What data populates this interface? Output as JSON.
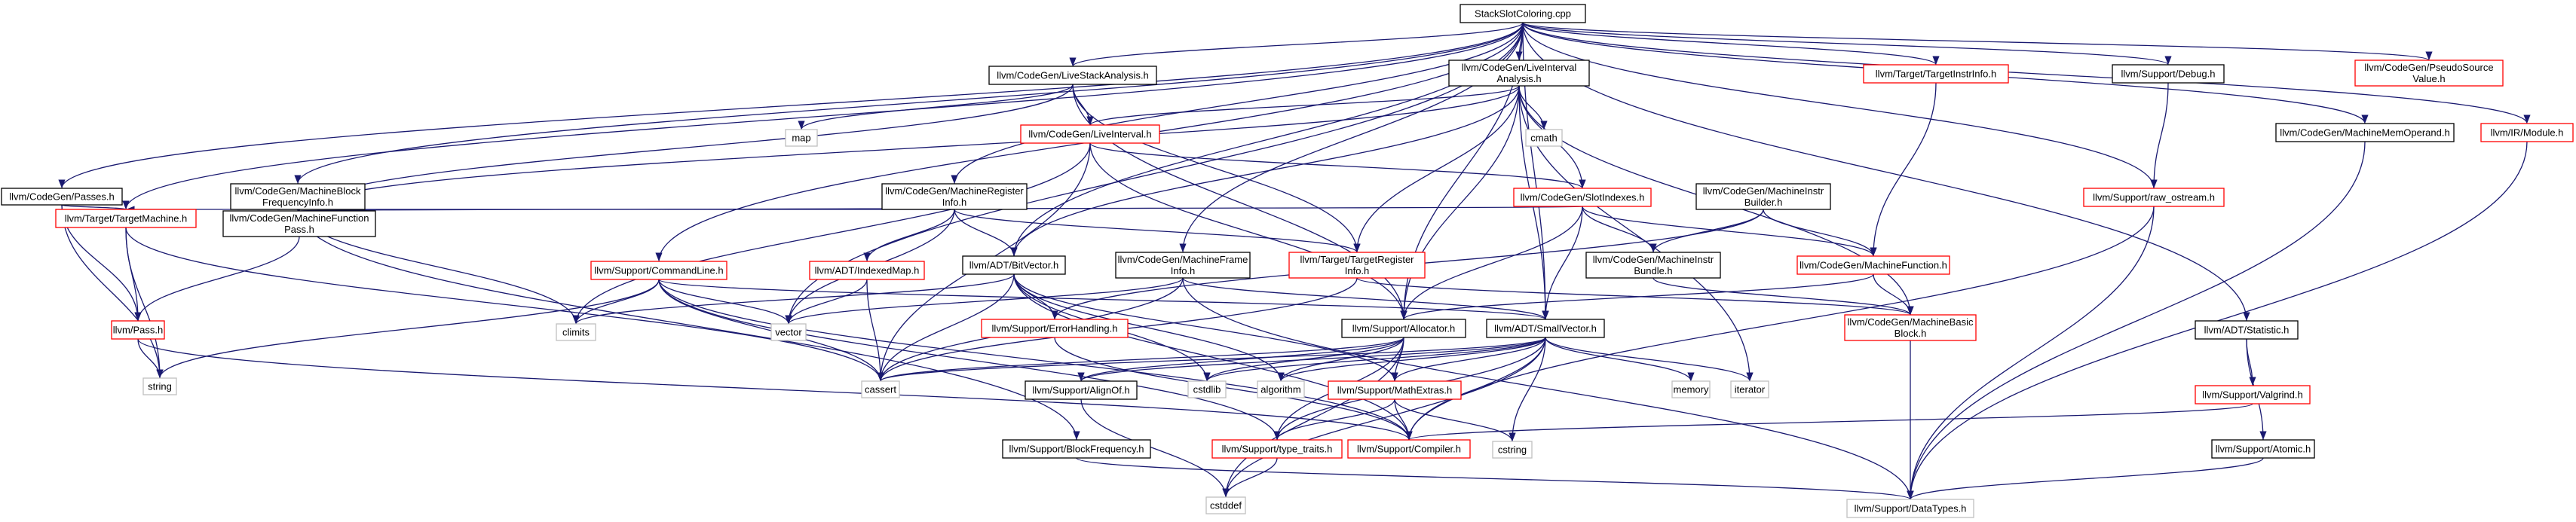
{
  "colors": {
    "root_fill": "#bfbfbf",
    "internal_border": "#000000",
    "missing_border": "#ff0000",
    "system_border": "#bfbfbf",
    "edge": "#191970"
  },
  "nodes": [
    {
      "id": "root",
      "label": [
        "StackSlotColoring.cpp"
      ],
      "kind": "root"
    },
    {
      "id": "passes",
      "label": [
        "llvm/CodeGen/Passes.h"
      ],
      "kind": "internal"
    },
    {
      "id": "mbfi",
      "label": [
        "llvm/CodeGen/MachineBlock",
        "FrequencyInfo.h"
      ],
      "kind": "internal"
    },
    {
      "id": "lsa",
      "label": [
        "llvm/CodeGen/LiveStackAnalysis.h"
      ],
      "kind": "internal"
    },
    {
      "id": "lia",
      "label": [
        "llvm/CodeGen/LiveInterval",
        "Analysis.h"
      ],
      "kind": "internal"
    },
    {
      "id": "tii",
      "label": [
        "llvm/Target/TargetInstrInfo.h"
      ],
      "kind": "missing"
    },
    {
      "id": "debug",
      "label": [
        "llvm/Support/Debug.h"
      ],
      "kind": "internal"
    },
    {
      "id": "psv",
      "label": [
        "llvm/CodeGen/PseudoSource",
        "Value.h"
      ],
      "kind": "missing"
    },
    {
      "id": "mmo",
      "label": [
        "llvm/CodeGen/MachineMemOperand.h"
      ],
      "kind": "internal"
    },
    {
      "id": "module",
      "label": [
        "llvm/IR/Module.h"
      ],
      "kind": "missing"
    },
    {
      "id": "map",
      "label": [
        "map"
      ],
      "kind": "system"
    },
    {
      "id": "liveinterval",
      "label": [
        "llvm/CodeGen/LiveInterval.h"
      ],
      "kind": "missing"
    },
    {
      "id": "cmath",
      "label": [
        "cmath"
      ],
      "kind": "system"
    },
    {
      "id": "mri",
      "label": [
        "llvm/CodeGen/MachineRegister",
        "Info.h"
      ],
      "kind": "internal"
    },
    {
      "id": "slotindexes",
      "label": [
        "llvm/CodeGen/SlotIndexes.h"
      ],
      "kind": "missing"
    },
    {
      "id": "mib",
      "label": [
        "llvm/CodeGen/MachineInstr",
        "Builder.h"
      ],
      "kind": "internal"
    },
    {
      "id": "rawostream",
      "label": [
        "llvm/Support/raw_ostream.h"
      ],
      "kind": "missing"
    },
    {
      "id": "tm",
      "label": [
        "llvm/Target/TargetMachine.h"
      ],
      "kind": "missing"
    },
    {
      "id": "mfp",
      "label": [
        "llvm/CodeGen/MachineFunction",
        "Pass.h"
      ],
      "kind": "internal"
    },
    {
      "id": "cmdline",
      "label": [
        "llvm/Support/CommandLine.h"
      ],
      "kind": "missing"
    },
    {
      "id": "indexedmap",
      "label": [
        "llvm/ADT/IndexedMap.h"
      ],
      "kind": "missing"
    },
    {
      "id": "bitvector",
      "label": [
        "llvm/ADT/BitVector.h"
      ],
      "kind": "internal"
    },
    {
      "id": "mfi",
      "label": [
        "llvm/CodeGen/MachineFrame",
        "Info.h"
      ],
      "kind": "internal"
    },
    {
      "id": "tri",
      "label": [
        "llvm/Target/TargetRegister",
        "Info.h"
      ],
      "kind": "missing"
    },
    {
      "id": "mibundle",
      "label": [
        "llvm/CodeGen/MachineInstr",
        "Bundle.h"
      ],
      "kind": "internal"
    },
    {
      "id": "mf",
      "label": [
        "llvm/CodeGen/MachineFunction.h"
      ],
      "kind": "missing"
    },
    {
      "id": "statistic",
      "label": [
        "llvm/ADT/Statistic.h"
      ],
      "kind": "internal"
    },
    {
      "id": "pass",
      "label": [
        "llvm/Pass.h"
      ],
      "kind": "missing"
    },
    {
      "id": "climits",
      "label": [
        "climits"
      ],
      "kind": "system"
    },
    {
      "id": "vector",
      "label": [
        "vector"
      ],
      "kind": "system"
    },
    {
      "id": "errhandling",
      "label": [
        "llvm/Support/ErrorHandling.h"
      ],
      "kind": "missing"
    },
    {
      "id": "allocator",
      "label": [
        "llvm/Support/Allocator.h"
      ],
      "kind": "internal"
    },
    {
      "id": "smallvector",
      "label": [
        "llvm/ADT/SmallVector.h"
      ],
      "kind": "internal"
    },
    {
      "id": "mbb",
      "label": [
        "llvm/CodeGen/MachineBasic",
        "Block.h"
      ],
      "kind": "missing"
    },
    {
      "id": "valgrind",
      "label": [
        "llvm/Support/Valgrind.h"
      ],
      "kind": "missing"
    },
    {
      "id": "string",
      "label": [
        "string"
      ],
      "kind": "system"
    },
    {
      "id": "cassert",
      "label": [
        "cassert"
      ],
      "kind": "system"
    },
    {
      "id": "alignof",
      "label": [
        "llvm/Support/AlignOf.h"
      ],
      "kind": "internal"
    },
    {
      "id": "cstdlib",
      "label": [
        "cstdlib"
      ],
      "kind": "system"
    },
    {
      "id": "algorithm",
      "label": [
        "algorithm"
      ],
      "kind": "system"
    },
    {
      "id": "mathextras",
      "label": [
        "llvm/Support/MathExtras.h"
      ],
      "kind": "missing"
    },
    {
      "id": "memory",
      "label": [
        "memory"
      ],
      "kind": "system"
    },
    {
      "id": "iterator",
      "label": [
        "iterator"
      ],
      "kind": "system"
    },
    {
      "id": "typetraits",
      "label": [
        "llvm/Support/type_traits.h"
      ],
      "kind": "missing"
    },
    {
      "id": "compiler",
      "label": [
        "llvm/Support/Compiler.h"
      ],
      "kind": "missing"
    },
    {
      "id": "cstring",
      "label": [
        "cstring"
      ],
      "kind": "system"
    },
    {
      "id": "blockfreq",
      "label": [
        "llvm/Support/BlockFrequency.h"
      ],
      "kind": "internal"
    },
    {
      "id": "atomic",
      "label": [
        "llvm/Support/Atomic.h"
      ],
      "kind": "internal"
    },
    {
      "id": "cstddef",
      "label": [
        "cstddef"
      ],
      "kind": "system"
    },
    {
      "id": "datatypes",
      "label": [
        "llvm/Support/DataTypes.h"
      ],
      "kind": "system"
    }
  ],
  "edges": [
    [
      "root",
      "passes"
    ],
    [
      "root",
      "mbfi"
    ],
    [
      "root",
      "lsa"
    ],
    [
      "root",
      "lia"
    ],
    [
      "root",
      "tii"
    ],
    [
      "root",
      "debug"
    ],
    [
      "root",
      "psv"
    ],
    [
      "root",
      "mmo"
    ],
    [
      "root",
      "module"
    ],
    [
      "root",
      "tm"
    ],
    [
      "root",
      "cmdline"
    ],
    [
      "root",
      "mri"
    ],
    [
      "root",
      "mfi"
    ],
    [
      "root",
      "bitvector"
    ],
    [
      "root",
      "vector"
    ],
    [
      "root",
      "smallvector"
    ],
    [
      "root",
      "statistic"
    ],
    [
      "root",
      "rawostream"
    ],
    [
      "root",
      "allocator"
    ],
    [
      "passes",
      "tm"
    ],
    [
      "passes",
      "pass"
    ],
    [
      "passes",
      "string"
    ],
    [
      "mbfi",
      "mfp"
    ],
    [
      "mbfi",
      "climits"
    ],
    [
      "mbfi",
      "blockfreq"
    ],
    [
      "lsa",
      "map"
    ],
    [
      "lsa",
      "liveinterval"
    ],
    [
      "lsa",
      "mfp"
    ],
    [
      "lsa",
      "tri"
    ],
    [
      "lsa",
      "allocator"
    ],
    [
      "lia",
      "liveinterval"
    ],
    [
      "lia",
      "cmath"
    ],
    [
      "lia",
      "slotindexes"
    ],
    [
      "lia",
      "mfp"
    ],
    [
      "lia",
      "tri"
    ],
    [
      "lia",
      "allocator"
    ],
    [
      "lia",
      "bitvector"
    ],
    [
      "lia",
      "mbb"
    ],
    [
      "lia",
      "iterator"
    ],
    [
      "lia",
      "smallvector"
    ],
    [
      "tii",
      "mf"
    ],
    [
      "debug",
      "rawostream"
    ],
    [
      "mmo",
      "datatypes"
    ],
    [
      "module",
      "datatypes"
    ],
    [
      "liveinterval",
      "slotindexes"
    ],
    [
      "liveinterval",
      "climits"
    ],
    [
      "liveinterval",
      "allocator"
    ],
    [
      "liveinterval",
      "cassert"
    ],
    [
      "mri",
      "indexedmap"
    ],
    [
      "mri",
      "bitvector"
    ],
    [
      "mri",
      "tri"
    ],
    [
      "mri",
      "vector"
    ],
    [
      "mri",
      "tm"
    ],
    [
      "slotindexes",
      "mibundle"
    ],
    [
      "slotindexes",
      "mf"
    ],
    [
      "slotindexes",
      "smallvector"
    ],
    [
      "slotindexes",
      "allocator"
    ],
    [
      "slotindexes",
      "mfp"
    ],
    [
      "mib",
      "mibundle"
    ],
    [
      "mib",
      "mf"
    ],
    [
      "mib",
      "errhandling"
    ],
    [
      "rawostream",
      "compiler"
    ],
    [
      "rawostream",
      "datatypes"
    ],
    [
      "tm",
      "pass"
    ],
    [
      "tm",
      "string"
    ],
    [
      "tm",
      "cassert"
    ],
    [
      "mfp",
      "pass"
    ],
    [
      "cmdline",
      "climits"
    ],
    [
      "cmdline",
      "vector"
    ],
    [
      "cmdline",
      "cassert"
    ],
    [
      "cmdline",
      "compiler"
    ],
    [
      "cmdline",
      "typetraits"
    ],
    [
      "cmdline",
      "smallvector"
    ],
    [
      "cmdline",
      "string"
    ],
    [
      "indexedmap",
      "cassert"
    ],
    [
      "indexedmap",
      "vector"
    ],
    [
      "bitvector",
      "climits"
    ],
    [
      "bitvector",
      "cassert"
    ],
    [
      "bitvector",
      "cstdlib"
    ],
    [
      "bitvector",
      "errhandling"
    ],
    [
      "bitvector",
      "mathextras"
    ],
    [
      "bitvector",
      "algorithm"
    ],
    [
      "bitvector",
      "compiler"
    ],
    [
      "mfi",
      "vector"
    ],
    [
      "mfi",
      "smallvector"
    ],
    [
      "mfi",
      "cassert"
    ],
    [
      "mfi",
      "datatypes"
    ],
    [
      "tri",
      "mbb"
    ],
    [
      "tri",
      "cassert"
    ],
    [
      "mibundle",
      "mbb"
    ],
    [
      "mf",
      "mbb"
    ],
    [
      "mf",
      "allocator"
    ],
    [
      "statistic",
      "valgrind"
    ],
    [
      "statistic",
      "atomic"
    ],
    [
      "pass",
      "string"
    ],
    [
      "pass",
      "compiler"
    ],
    [
      "errhandling",
      "compiler"
    ],
    [
      "allocator",
      "alignof"
    ],
    [
      "allocator",
      "mathextras"
    ],
    [
      "allocator",
      "cassert"
    ],
    [
      "allocator",
      "cstddef"
    ],
    [
      "allocator",
      "cstdlib"
    ],
    [
      "allocator",
      "algorithm"
    ],
    [
      "allocator",
      "typetraits"
    ],
    [
      "smallvector",
      "alignof"
    ],
    [
      "smallvector",
      "compiler"
    ],
    [
      "smallvector",
      "algorithm"
    ],
    [
      "smallvector",
      "cassert"
    ],
    [
      "smallvector",
      "cstddef"
    ],
    [
      "smallvector",
      "cstdlib"
    ],
    [
      "smallvector",
      "cstring"
    ],
    [
      "smallvector",
      "iterator"
    ],
    [
      "smallvector",
      "memory"
    ],
    [
      "smallvector",
      "typetraits"
    ],
    [
      "smallvector",
      "mathextras"
    ],
    [
      "mbb",
      "datatypes"
    ],
    [
      "valgrind",
      "compiler"
    ],
    [
      "alignof",
      "cstddef"
    ],
    [
      "mathextras",
      "compiler"
    ],
    [
      "mathextras",
      "cstring"
    ],
    [
      "mathextras",
      "typetraits"
    ],
    [
      "typetraits",
      "cstddef"
    ],
    [
      "blockfreq",
      "datatypes"
    ],
    [
      "atomic",
      "datatypes"
    ]
  ]
}
